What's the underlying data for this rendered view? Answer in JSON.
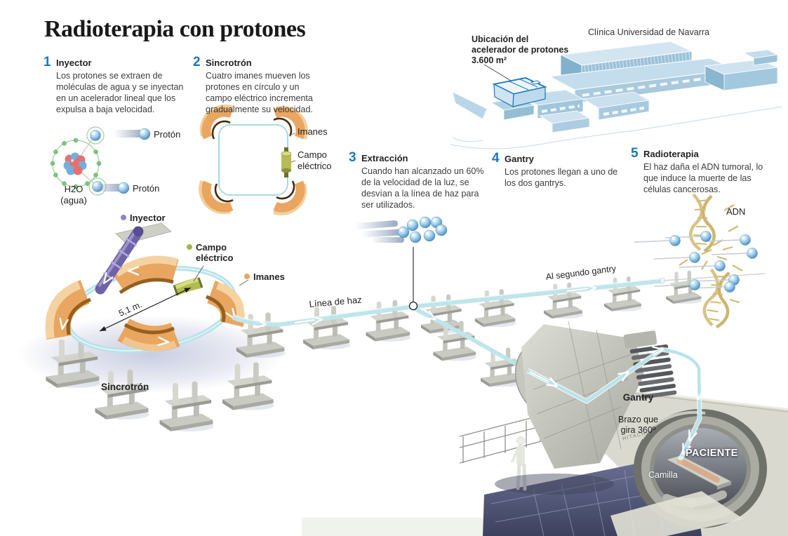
{
  "title": "Radioterapia con protones",
  "steps": [
    {
      "number": "1",
      "heading": "Inyector",
      "body": "Los protones se extraen de\nmoléculas de agua y se inyectan\nen un acelerador lineal que los\nexpulsa a baja velocidad."
    },
    {
      "number": "2",
      "heading": "Sincrotrón",
      "body": "Cuatro imanes mueven los\nprotones en círculo y un\ncampo eléctrico incrementa\ngradualmente su velocidad."
    },
    {
      "number": "3",
      "heading": "Extracción",
      "body": "Cuando han alcanzado un 60%\nde la velocidad de la luz, se\ndesvían a la línea de haz para\nser utilizados."
    },
    {
      "number": "4",
      "heading": "Gantry",
      "body": "Los protones llegan a uno de\nlos dos gantrys."
    },
    {
      "number": "5",
      "heading": "Radioterapia",
      "body": "El haz daña el ADN tumoral, lo\nque induce la muerte de las\ncélulas cancerosas."
    }
  ],
  "building": {
    "name": "Clínica Universidad de Navarra",
    "location_label": "Ubicación del\nacelerador de protones\n3.600 m²"
  },
  "atom_diagram": {
    "proton_top_label": "Protón",
    "proton_bottom_label": "Protón",
    "molecule_label": "H2O\n(agua)"
  },
  "synchrotron_2d": {
    "magnets_label": "Imanes",
    "field_label": "Campo\neléctrico"
  },
  "scene": {
    "injector_label": "Inyector",
    "field_label": "Campo\neléctrico",
    "magnets_label": "Imanes",
    "dimension_label": "5,1 m.",
    "synchrotron_label": "Sincrotrón",
    "beamline_label": "Línea de haz",
    "second_gantry_label": "Al segundo gantry",
    "gantry_label": "Gantry",
    "gantry_sublabel": "Brazo que\ngira 360º",
    "patient_label": "PACIENTE",
    "couch_label": "Camilla",
    "dna_label": "ADN",
    "machine_brand": "HITACHI"
  },
  "colors": {
    "accent_blue": "#1878be",
    "beam_cyan": "#b8e3ea",
    "magnet_orange": "#e8a660",
    "injector_purple": "#7468ad",
    "field_green": "#b2bb52",
    "building_blue": "#a9cade",
    "proton_blue": "#7db9e8",
    "dna_tan": "#d6c083",
    "text_dark": "#222222"
  }
}
